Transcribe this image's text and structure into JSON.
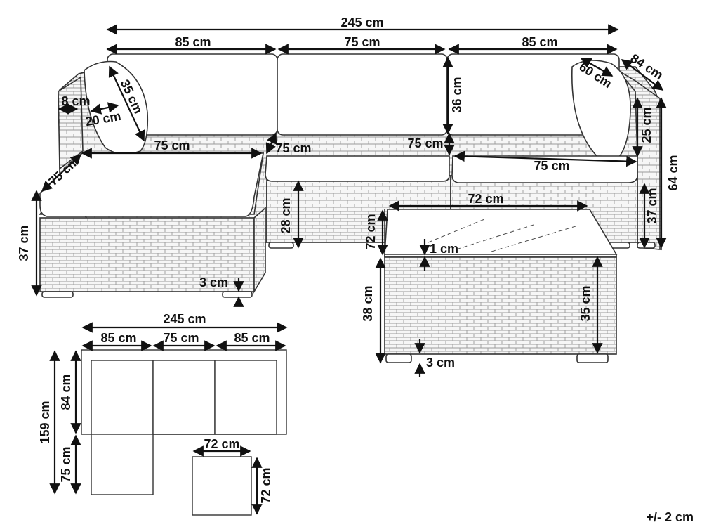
{
  "colors": {
    "line": "#111111",
    "outline": "#333333",
    "wicker_bg": "#f6f6f6",
    "wicker_line": "#9a9a9a",
    "background": "#ffffff"
  },
  "labels": {
    "overall_width": "245 cm",
    "left_section": "85 cm",
    "middle_section": "75 cm",
    "right_section": "85 cm",
    "right_depth": "84 cm",
    "back_cushion_depth": "60 cm",
    "armrest_width": "8 cm",
    "throw_pillow_height": "35 cm",
    "throw_pillow_depth": "20 cm",
    "back_cushion_height": "36 cm",
    "left_seat_width": "75 cm",
    "middle_seat_width": "75 cm",
    "seat_depth": "75 cm",
    "right_seat_width": "75 cm",
    "ottoman_depth": "75 cm",
    "armrest_height_right": "25 cm",
    "total_height": "64 cm",
    "table_top_width": "72 cm",
    "table_top_depth": "72 cm",
    "glass_thickness": "1 cm",
    "ottoman_height": "37 cm",
    "seat_base_height": "28 cm",
    "right_base_height": "37 cm",
    "ottoman_foot": "3 cm",
    "table_height": "38 cm",
    "table_base_height": "35 cm",
    "table_foot": "3 cm",
    "plan_overall_width": "245 cm",
    "plan_left": "85 cm",
    "plan_middle": "75 cm",
    "plan_right": "85 cm",
    "plan_total_depth": "159 cm",
    "plan_sofa_depth": "84 cm",
    "plan_ottoman_depth": "75 cm",
    "plan_table_width": "72 cm",
    "plan_table_depth": "72 cm",
    "tolerance": "+/- 2 cm"
  }
}
